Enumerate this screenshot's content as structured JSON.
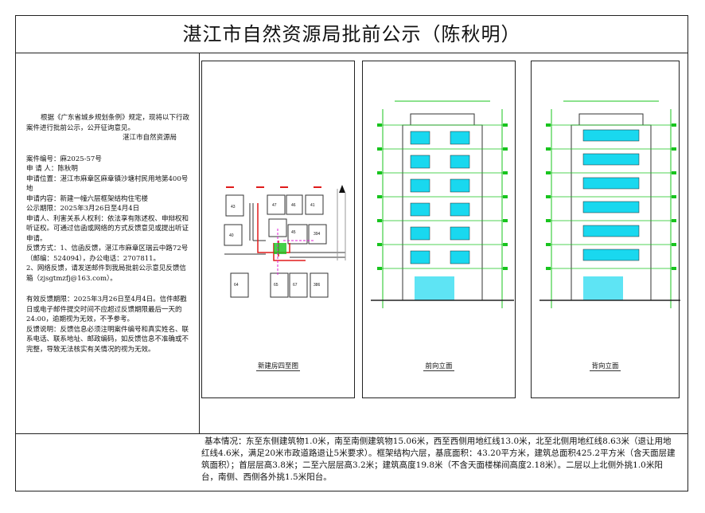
{
  "title": "湛江市自然资源局批前公示（陈秋明）",
  "notice": {
    "intro": "根据《广东省城乡规划条例》规定，现将以下行政案件进行批前公示，公开征询意见。",
    "org": "湛江市自然资源局",
    "case_no": "案件编号：麻2025-57号",
    "applicant": "申 请 人：陈秋明",
    "location": "申请位置：湛江市麻章区麻章镇沙塘村民用地第400号地",
    "content": "申请内容：新建一幢六层框架结构住宅楼",
    "period": "公示期限：2025年3月26日至4月4日",
    "rights": "申请人、利害关系人权利：依法享有陈述权、申辩权和听证权。可通过信函或网络的方式反馈意见或提出听证申请。",
    "feedback1": "反馈方式：1、信函反馈，湛江市麻章区瑞云中路72号（邮编：524094），办公电话：2707811。",
    "feedback2": "2、网络反馈，请发送邮件到我局批前公示意见反馈信箱（zjsgtmzfj@163.com）。",
    "valid_period": "有效反馈期限：2025年3月26日至4月4日。信件邮戳日或电子邮件提交时间不应超过反馈期限最后一天的24:00，逾期视为无效，不予参考。",
    "requirements": "反馈说明：反馈信息必须注明案件编号和真实姓名、联系电话、联系地址、邮政编码，如反馈信息不准确或不完整，导致无法核实有关情况的视为无效。"
  },
  "panels": {
    "site_plan_caption": "新建房四至图",
    "front_caption": "前向立面",
    "back_caption": "背向立面",
    "site_labels": [
      "43",
      "40",
      "47",
      "46",
      "41",
      "45",
      "394",
      "64",
      "386",
      "65",
      "67"
    ]
  },
  "basic_info": {
    "label": "基本情况：",
    "text": "东至东侧建筑物1.0米，南至南侧建筑物15.06米，西至西侧用地红线13.0米，北至北侧用地红线8.63米（退让用地红线4.6米，满足20米市政道路退让5米要求）。框架结构六层，基底面积：43.20平方米，建筑总面积425.2平方米（含天面层建筑面积）；首层层高3.8米；二至六层层高3.2米；建筑高度19.8米（不含天面楼梯间高度2.18米）。二层以上北侧外挑1.0米阳台，南侧、西侧各外挑1.5米阳台。"
  },
  "colors": {
    "cyan": "#19d8ef",
    "green": "#18c41e",
    "red": "#e01b1b",
    "magenta": "#e01bd6"
  }
}
